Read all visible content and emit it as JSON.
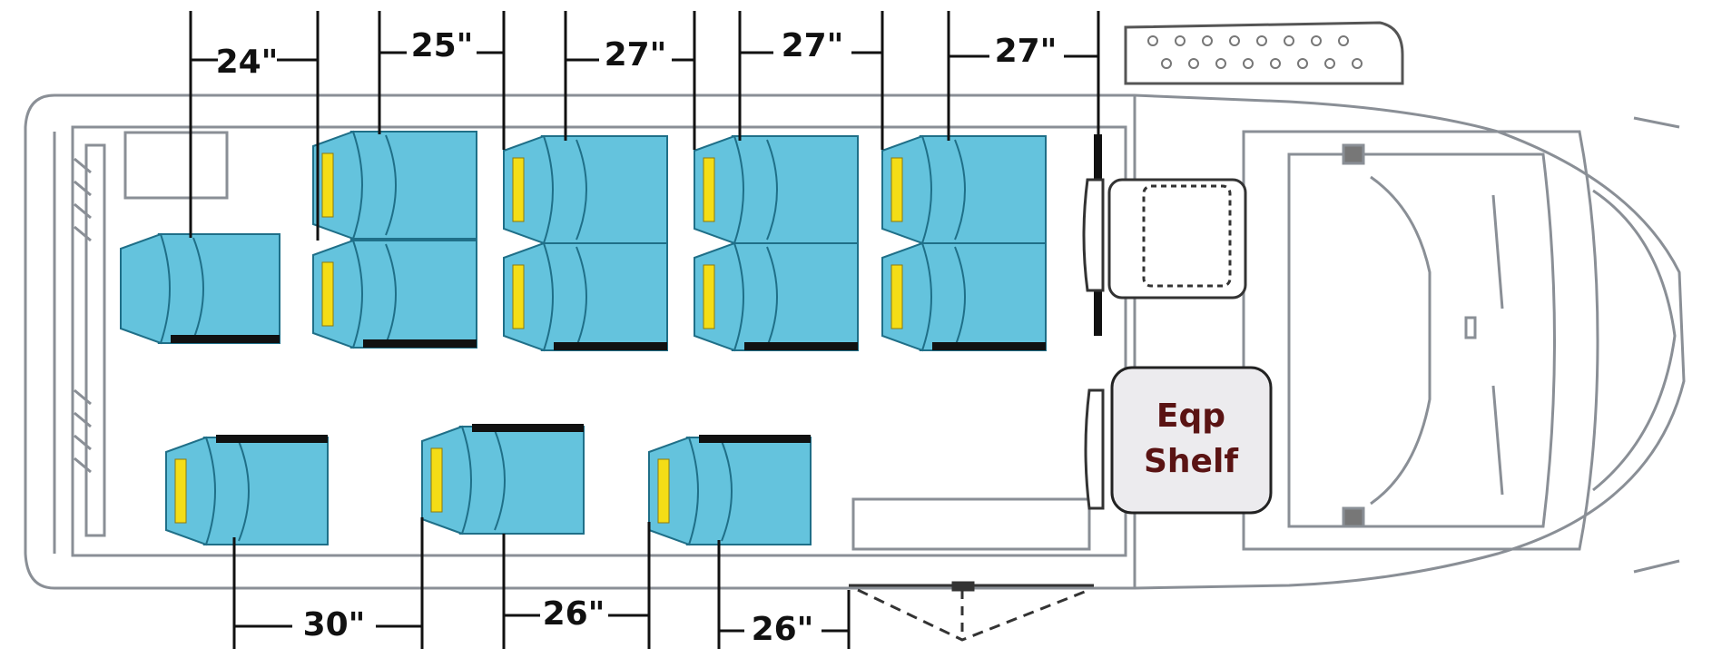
{
  "colors": {
    "seat_fill": "#64c3dd",
    "seat_stroke": "#1f6f88",
    "seat_belt": "#f4dd16",
    "outline": "#8a8f96",
    "dim_line": "#111111",
    "shelf_fill": "#ecebee",
    "shelf_text": "#5a1313"
  },
  "dimensions_top": [
    "24\"",
    "25\"",
    "27\"",
    "27\"",
    "27\""
  ],
  "dimensions_bottom": [
    "30\"",
    "26\"",
    "26\""
  ],
  "equipment_shelf": {
    "line1": "Eqp",
    "line2": "Shelf"
  },
  "icons": {
    "seat": "passenger-seat-icon",
    "driver_seat": "driver-seat-icon",
    "steering": "steering-wheel-icon",
    "step": "entry-step-icon"
  }
}
